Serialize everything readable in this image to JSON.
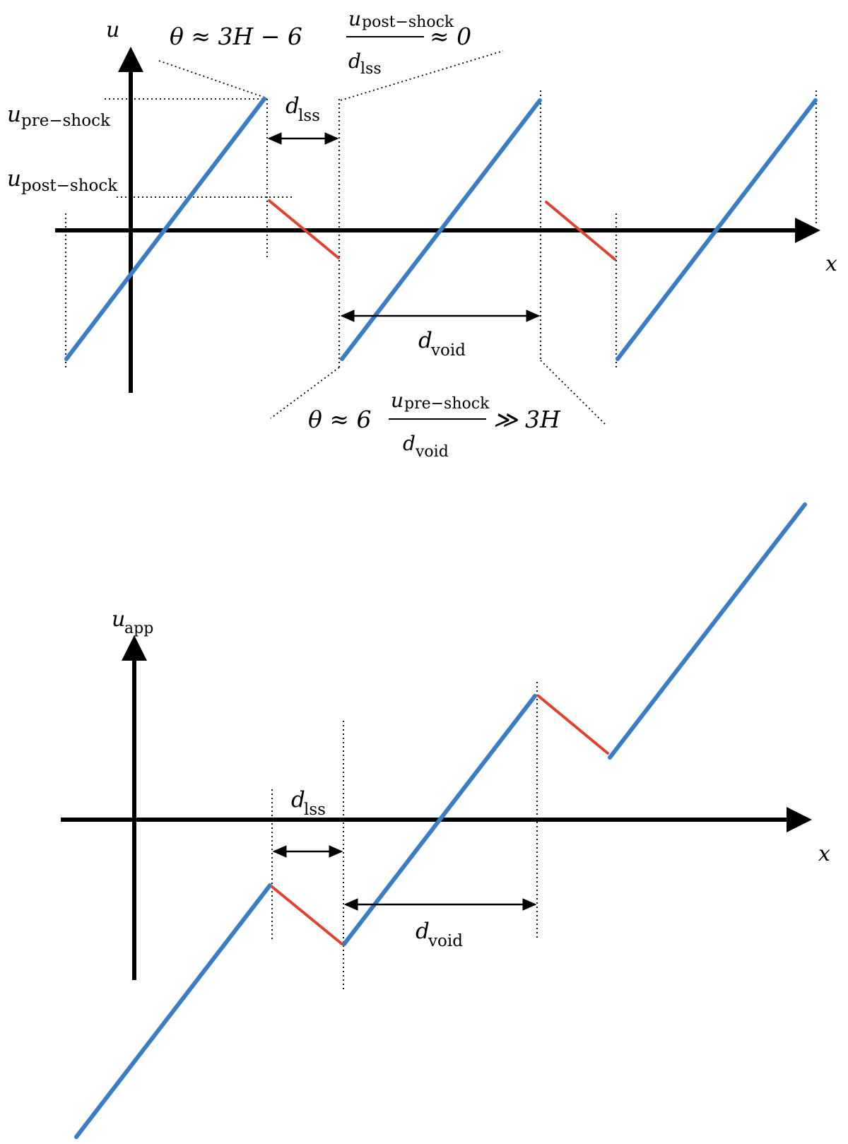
{
  "top_panel": {
    "y_axis_symbol": "u",
    "x_axis_symbol": "x",
    "u_pre_shock_base": "u",
    "u_pre_shock_sub": "pre−shock",
    "u_post_shock_base": "u",
    "u_post_shock_sub": "post−shock",
    "d_lss_base": "d",
    "d_lss_sub": "lss",
    "d_void_base": "d",
    "d_void_sub": "void",
    "eq_top": {
      "lhs": "θ ≈ 3H − 6",
      "num_base": "u",
      "num_sub": "post−shock",
      "den_base": "d",
      "den_sub": "lss",
      "rhs": "≈ 0"
    },
    "eq_bottom": {
      "lhs": "θ ≈ 6",
      "num_base": "u",
      "num_sub": "pre−shock",
      "den_base": "d",
      "den_sub": "void",
      "rhs": "≫ 3H"
    }
  },
  "bottom_panel": {
    "y_axis_base": "u",
    "y_axis_sub": "app",
    "x_axis_symbol": "x",
    "d_lss_base": "d",
    "d_lss_sub": "lss",
    "d_void_base": "d",
    "d_void_sub": "void"
  },
  "colors": {
    "velocity_line": "#3a7dc4",
    "shock_line": "#e2412f"
  }
}
